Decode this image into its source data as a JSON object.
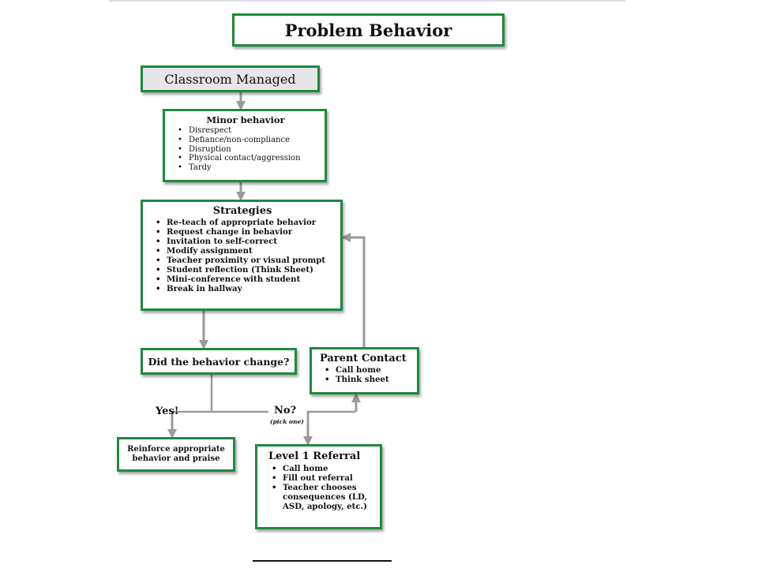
{
  "colors": {
    "box_border": "#1e8a3e",
    "arrow": "#9a9a9a",
    "title_fill": "#e6e6e6"
  },
  "title": "Problem Behavior",
  "classroom": "Classroom Managed",
  "minor": {
    "title": "Minor behavior",
    "items": [
      "Disrespect",
      "Defiance/non-compliance",
      "Disruption",
      "Physical contact/aggression",
      "Tardy"
    ]
  },
  "strategies": {
    "title": "Strategies",
    "items": [
      "Re-teach of appropriate behavior",
      "Request change in behavior",
      "Invitation to self-correct",
      "Modify assignment",
      "Teacher proximity or visual prompt",
      "Student reflection (Think Sheet)",
      "Mini-conference with student",
      "Break in hallway"
    ]
  },
  "question": "Did the behavior change?",
  "parent": {
    "title": "Parent Contact",
    "items": [
      "Call home",
      "Think sheet"
    ]
  },
  "yes": "Yes!",
  "no": "No?",
  "pick": "(pick one)",
  "reinforce": "Reinforce appropriate behavior and praise",
  "referral": {
    "title": "Level 1 Referral",
    "items": [
      "Call home",
      "Fill out referral",
      "Teacher chooses consequences (LD, ASD, apology, etc.)"
    ]
  }
}
